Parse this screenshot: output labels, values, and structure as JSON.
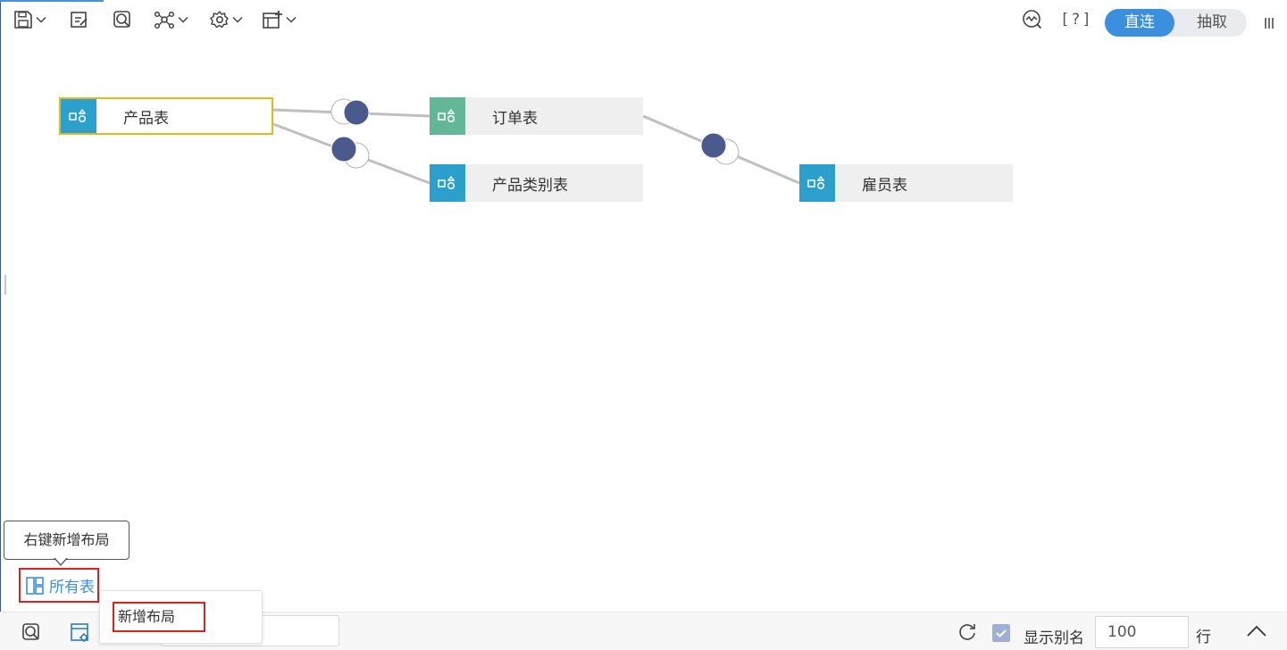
{
  "toolbar": {
    "items": [
      {
        "name": "save-icon",
        "caret": true
      },
      {
        "name": "edit-icon",
        "caret": false
      },
      {
        "name": "preview-icon",
        "caret": false
      },
      {
        "name": "relation-icon",
        "caret": true
      },
      {
        "name": "gear-icon",
        "caret": true
      },
      {
        "name": "add-table-icon",
        "caret": true
      }
    ],
    "help_label": "[?]",
    "mode_toggle": {
      "active": "直连",
      "inactive": "抽取"
    }
  },
  "graph": {
    "nodes": [
      {
        "id": "product",
        "label": "产品表",
        "icon_color": "#2ba0cc",
        "selected": true
      },
      {
        "id": "order",
        "label": "订单表",
        "icon_color": "#62b796",
        "selected": false
      },
      {
        "id": "category",
        "label": "产品类别表",
        "icon_color": "#2ba0cc",
        "selected": false
      },
      {
        "id": "employee",
        "label": "雇员表",
        "icon_color": "#2ba0cc",
        "selected": false
      }
    ],
    "links": [
      {
        "from": "product",
        "to": "order",
        "join": "right"
      },
      {
        "from": "product",
        "to": "category",
        "join": "left"
      },
      {
        "from": "order",
        "to": "employee",
        "join": "left"
      }
    ],
    "line_color": "#bfbfbf",
    "join_fill": "#4a5a8c"
  },
  "bottom": {
    "tooltip": "右键新增布局",
    "layout_tab_label": "所有表",
    "context_menu_item": "新增布局",
    "show_alias_label": "显示别名",
    "show_alias_checked": true,
    "rows_value": "100",
    "rows_unit": "行"
  }
}
